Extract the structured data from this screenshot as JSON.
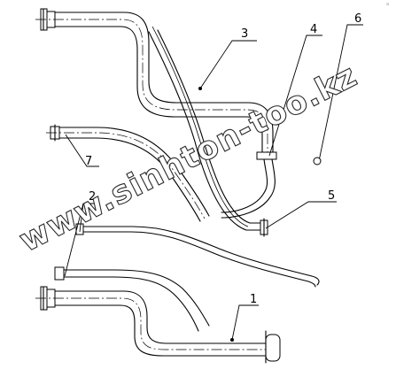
{
  "diagram": {
    "callouts": [
      {
        "id": "1",
        "label": "1"
      },
      {
        "id": "2",
        "label": "2"
      },
      {
        "id": "3",
        "label": "3"
      },
      {
        "id": "4",
        "label": "4"
      },
      {
        "id": "5",
        "label": "5"
      },
      {
        "id": "6",
        "label": "6"
      },
      {
        "id": "7",
        "label": "7"
      }
    ],
    "watermark": "www.sinhton-too.kz",
    "corner_mark": "a"
  }
}
